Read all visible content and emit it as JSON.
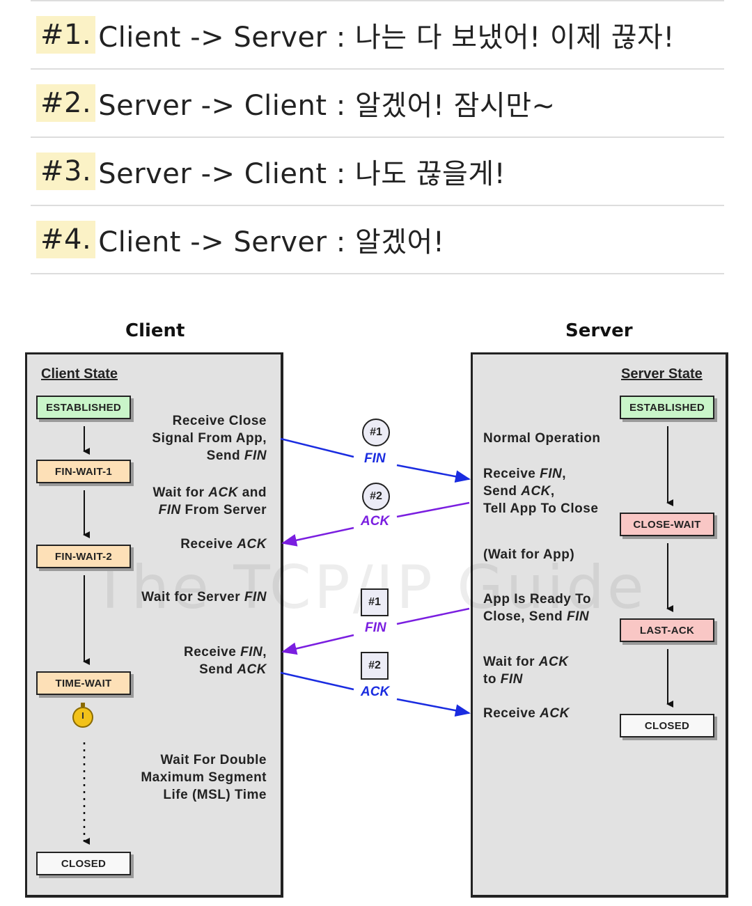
{
  "steps": [
    {
      "num": "#1.",
      "text": "Client -> Server : 나는 다 보냈어! 이제 끊자!"
    },
    {
      "num": "#2.",
      "text": "Server -> Client : 알겠어! 잠시만~"
    },
    {
      "num": "#3.",
      "text": "Server -> Client : 나도 끊을게!"
    },
    {
      "num": "#4.",
      "text": "Client -> Server : 알겠어!"
    }
  ],
  "diagram": {
    "watermark": "The TCP/IP Guide",
    "client": {
      "title": "Client",
      "state_heading": "Client State",
      "states": [
        "ESTABLISHED",
        "FIN-WAIT-1",
        "FIN-WAIT-2",
        "TIME-WAIT",
        "CLOSED"
      ],
      "labels": {
        "l1a": "Receive Close",
        "l1b": "Signal From App,",
        "l1c": "Send ",
        "l1d": "FIN",
        "l2a": "Wait for ",
        "l2b": "ACK",
        "l2c": " and",
        "l2d": "FIN",
        "l2e": " From Server",
        "l3a": "Receive ",
        "l3b": "ACK",
        "l4a": "Wait for Server ",
        "l4b": "FIN",
        "l5a": "Receive ",
        "l5b": "FIN",
        "l5c": ",",
        "l5d": "Send ",
        "l5e": "ACK",
        "l6a": "Wait For Double",
        "l6b": "Maximum Segment",
        "l6c": "Life (MSL) Time"
      }
    },
    "server": {
      "title": "Server",
      "state_heading": "Server State",
      "states": [
        "ESTABLISHED",
        "CLOSE-WAIT",
        "LAST-ACK",
        "CLOSED"
      ],
      "labels": {
        "s1": "Normal Operation",
        "s2a": "Receive ",
        "s2b": "FIN",
        "s2c": ",",
        "s2d": "Send ",
        "s2e": "ACK",
        "s2f": ",",
        "s2g": "Tell App To Close",
        "s3": "(Wait for App)",
        "s4a": "App Is Ready To",
        "s4b": "Close, Send ",
        "s4c": "FIN",
        "s5a": "Wait for ",
        "s5b": "ACK",
        "s5c": "to ",
        "s5d": "FIN",
        "s6a": "Receive ",
        "s6b": "ACK"
      }
    },
    "messages": [
      {
        "badge": "#1",
        "label": "FIN",
        "color": "#1a2ce0"
      },
      {
        "badge": "#2",
        "label": "ACK",
        "color": "#7a1ee0"
      },
      {
        "badge": "#1",
        "label": "FIN",
        "color": "#7a1ee0"
      },
      {
        "badge": "#2",
        "label": "ACK",
        "color": "#1a2ce0"
      }
    ]
  }
}
